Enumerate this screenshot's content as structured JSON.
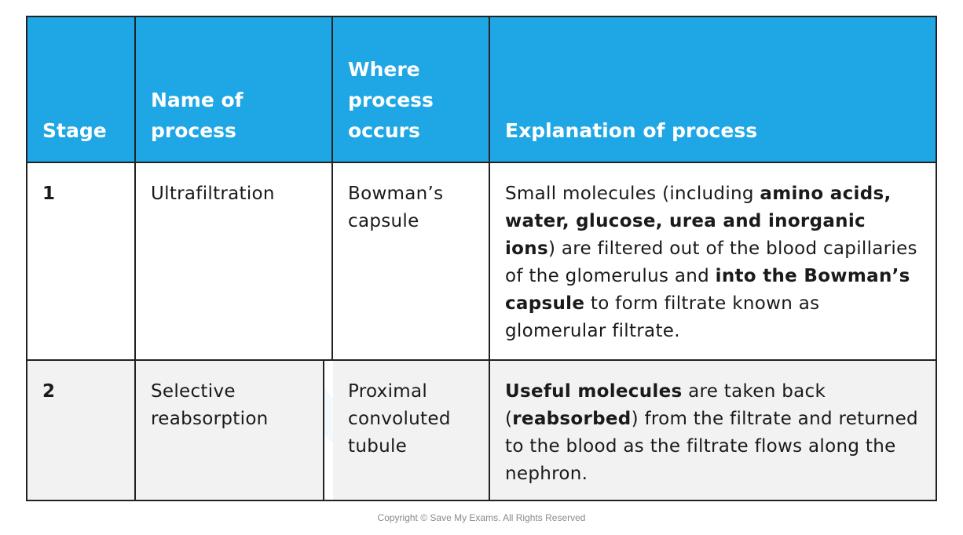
{
  "table": {
    "headers": [
      "Stage",
      "Name of process",
      "Where process occurs",
      "Explanation of process"
    ],
    "rows": [
      {
        "stage": "1",
        "name": "Ultrafiltration",
        "location": "Bowman’s capsule",
        "explanation": [
          {
            "text": "Small molecules (including ",
            "bold": false
          },
          {
            "text": "amino acids, water, glucose, urea and inorganic ions",
            "bold": true
          },
          {
            "text": ") are filtered out of the blood capillaries of the glomerulus and ",
            "bold": false
          },
          {
            "text": "into the Bowman’s capsule",
            "bold": true
          },
          {
            "text": " to form filtrate known as glomerular filtrate.",
            "bold": false
          }
        ]
      },
      {
        "stage": "2",
        "name": "Selective reabsorption",
        "location": "Proximal convoluted tubule",
        "explanation": [
          {
            "text": "Useful molecules",
            "bold": true
          },
          {
            "text": " are taken back (",
            "bold": false
          },
          {
            "text": "reabsorbed",
            "bold": true
          },
          {
            "text": ") from the filtrate and returned to the blood as the filtrate flows along the nephron.",
            "bold": false
          }
        ]
      }
    ]
  },
  "footer": {
    "copyright": "Copyright © Save My Exams. All Rights Reserved"
  },
  "colors": {
    "header_bg": "#1ea7e4",
    "row2_bg": "#f2f2f2",
    "border": "#222222"
  }
}
